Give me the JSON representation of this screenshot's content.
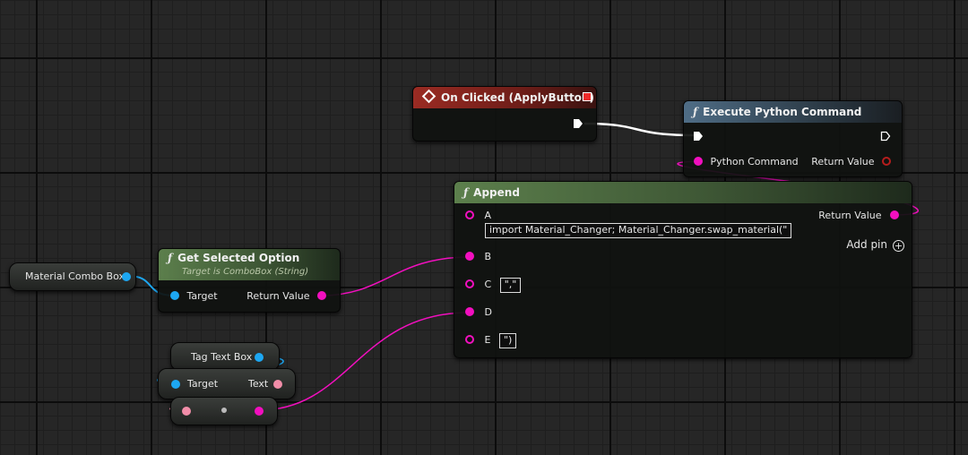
{
  "nodes": {
    "on_clicked": {
      "title": "On Clicked (ApplyButton)"
    },
    "execute_python": {
      "title": "Execute Python Command",
      "input_pin": "Python Command",
      "output_pin": "Return Value"
    },
    "append": {
      "title": "Append",
      "return_value": "Return Value",
      "add_pin": "Add pin",
      "pins": {
        "a": {
          "label": "A",
          "value": "import Material_Changer; Material_Changer.swap_material(\""
        },
        "b": {
          "label": "B"
        },
        "c": {
          "label": "C",
          "value": "\",\""
        },
        "d": {
          "label": "D"
        },
        "e": {
          "label": "E",
          "value": "\")"
        }
      }
    },
    "get_selected_option": {
      "title": "Get Selected Option",
      "subtitle": "Target is ComboBox (String)",
      "target_pin": "Target",
      "return_pin": "Return Value"
    },
    "material_combo_box": {
      "label": "Material Combo Box"
    },
    "tag_text_box": {
      "label": "Tag Text Box"
    },
    "get_text": {
      "target_pin": "Target",
      "text_pin": "Text"
    }
  },
  "colors": {
    "exec_wire": "#ffffff",
    "string_wire": "#f20fbf",
    "object_wire": "#1da7f2",
    "text_wire": "#f18da8"
  },
  "icons": [
    "event-icon",
    "function-icon",
    "exec-pin-icon",
    "data-pin-icon",
    "add-pin-icon",
    "stop-icon"
  ]
}
